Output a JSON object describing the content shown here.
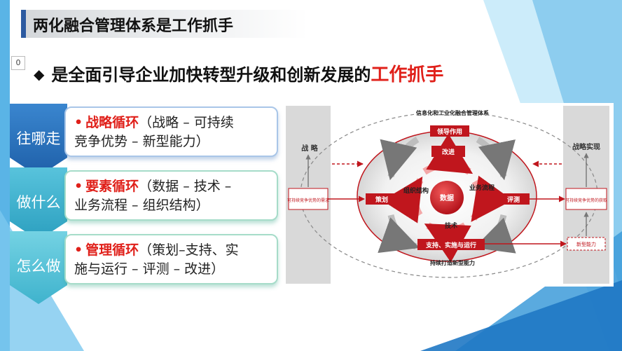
{
  "title": "两化融合管理体系是工作抓手",
  "page_number": "0",
  "headline": {
    "bullet": "◆",
    "prefix": "是全面引导企业加快转型升级和创新发展的",
    "highlight": "工作抓手"
  },
  "rows": [
    {
      "tab": "往哪走",
      "bullet": "•",
      "heading": "战略循环",
      "line1_rest": "（战略 – 可持续",
      "line2": "竞争优势 – 新型能力）"
    },
    {
      "tab": "做什么",
      "bullet": "•",
      "heading": "要素循环",
      "line1_rest": "（数据 – 技术 –",
      "line2": "业务流程 – 组织结构）"
    },
    {
      "tab": "怎么做",
      "bullet": "•",
      "heading": "管理循环",
      "line1_rest": "（策划–支持、实",
      "line2": "施与运行 – 评测 – 改进）"
    }
  ],
  "diagram": {
    "system_title": "信息化和工业化融合管理体系",
    "left_panel": {
      "label": "战 略",
      "box": "可持续竞争优势的需求"
    },
    "right_panel": {
      "label": "战略实现",
      "box_top": "可持续竞争优势的获取",
      "box_bottom": "新型能力"
    },
    "boxes": {
      "lead": "领导作用",
      "improve": "改进",
      "plan": "策划",
      "evaluate": "评测",
      "support": "支持、实施与运行"
    },
    "center": "数据",
    "elements": {
      "org": "组织结构",
      "biz": "业务流程",
      "tech": "技术"
    },
    "bottom_caption": "持续打造新型能力"
  }
}
